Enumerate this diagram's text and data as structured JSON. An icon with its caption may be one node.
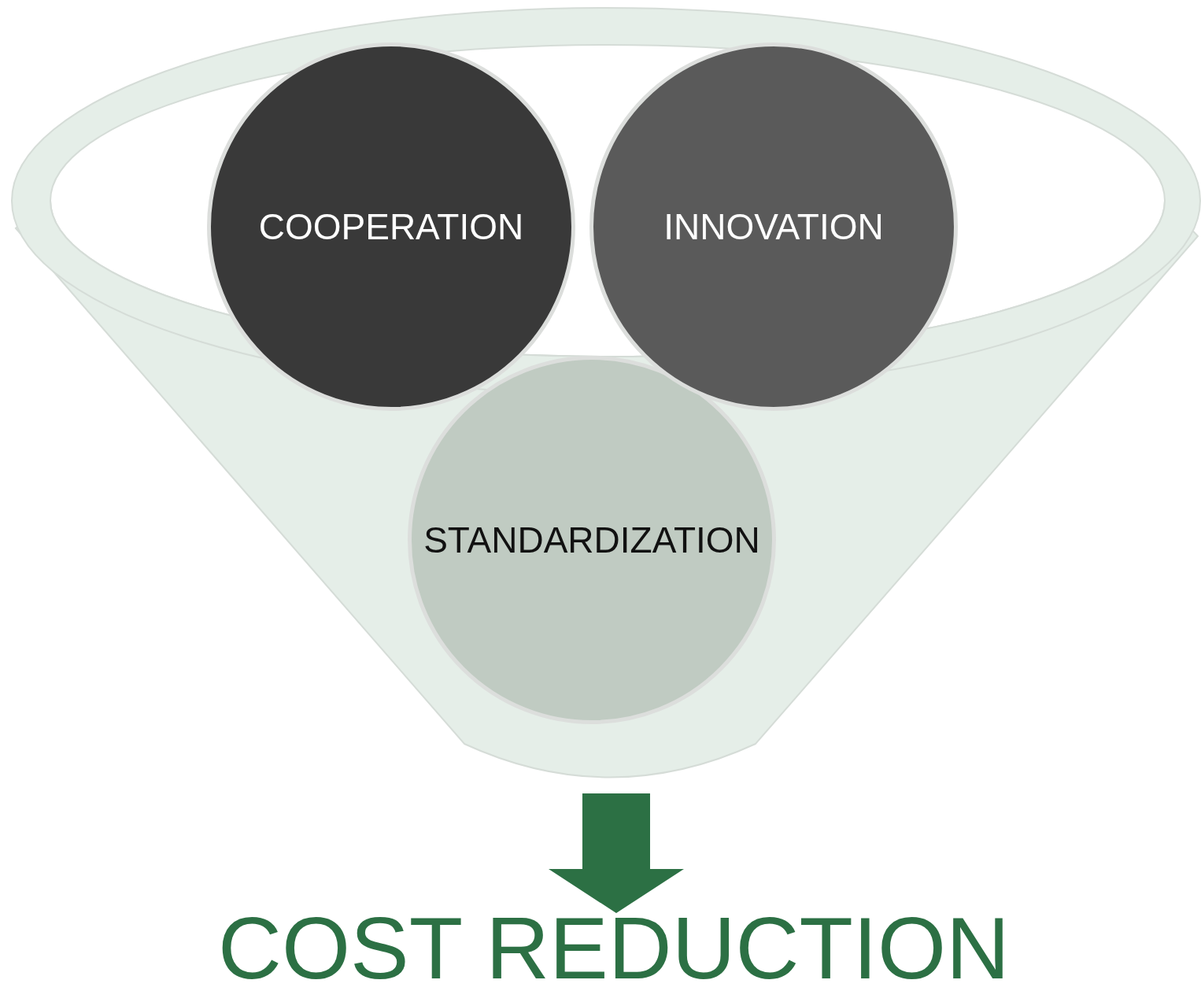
{
  "diagram": {
    "nodes": [
      {
        "text": [],
        "shape": "funnel"
      },
      {
        "text": [
          "COOPERATION"
        ]
      },
      {
        "text": [
          "INNOVATION"
        ]
      },
      {
        "text": [
          "STANDARDIZATION"
        ],
        "in": 0
      },
      {
        "text": [
          "COST REDUCTION"
        ]
      }
    ],
    "edges": [
      {
        "from": 0,
        "to": 4,
        "arrow": "to",
        "style": "thick",
        "color": "#2c7044"
      }
    ]
  }
}
